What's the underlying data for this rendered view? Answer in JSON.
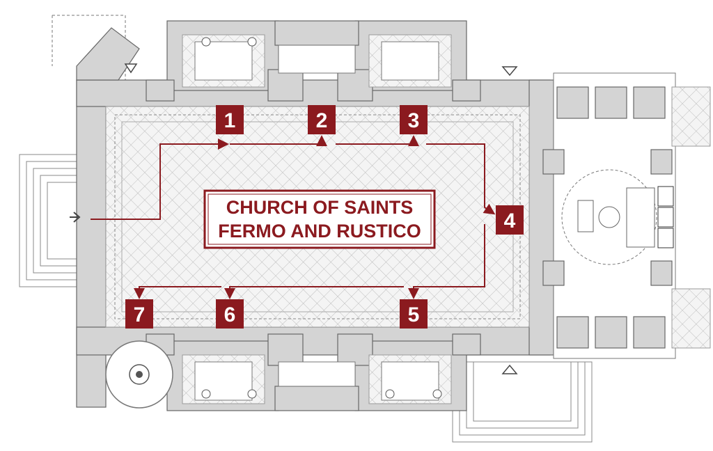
{
  "title": {
    "line1": "CHURCH OF SAINTS",
    "line2": "FERMO AND RUSTICO"
  },
  "colors": {
    "accent": "#8b1a1f",
    "wall": "#d4d4d4",
    "outline": "#666666"
  },
  "stations": [
    {
      "label": "1"
    },
    {
      "label": "2"
    },
    {
      "label": "3"
    },
    {
      "label": "4"
    },
    {
      "label": "5"
    },
    {
      "label": "6"
    },
    {
      "label": "7"
    }
  ],
  "icons": {
    "entrance_arrows": "arrow-icon",
    "baptismal_font": "font-rosette-icon"
  }
}
